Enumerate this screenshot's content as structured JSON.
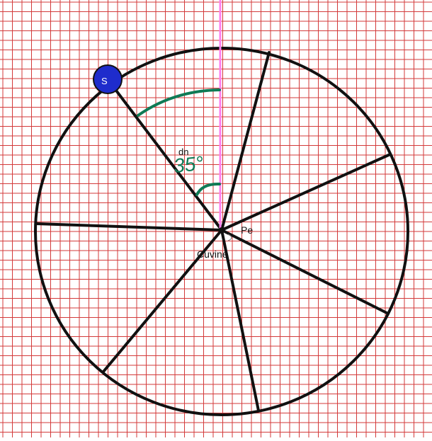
{
  "labels": {
    "seat_marker": "S",
    "center_point": "Pe",
    "center_name": "Cuvine",
    "spoke_label": "dn",
    "angle_annotation": "35°"
  },
  "colors": {
    "grid": "#d33a3a",
    "circle": "#111111",
    "vertical_line": "#ff7fef",
    "angle_ink": "#0f7a55",
    "marker_fill": "#1e2ccc",
    "marker_text": "#ffffff"
  },
  "diagram": {
    "spoke_count": 7,
    "annotated_angle_degrees": 35
  }
}
